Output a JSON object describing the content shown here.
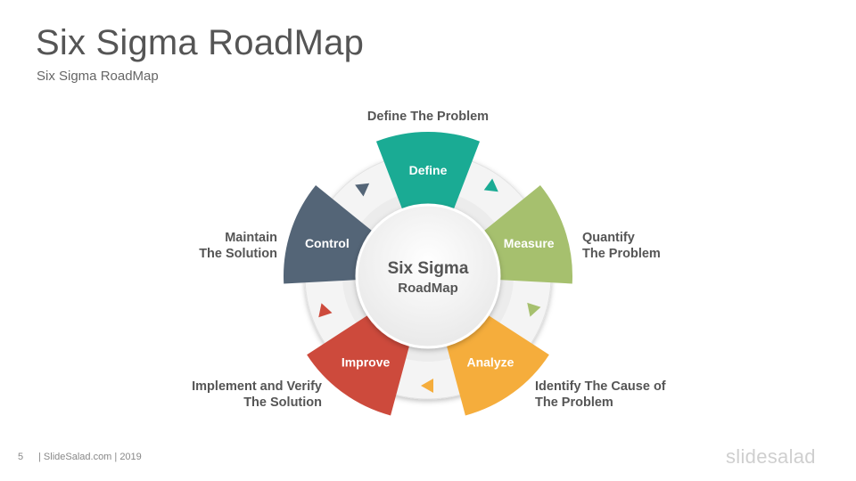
{
  "header": {
    "title": "Six Sigma RoadMap",
    "subtitle": "Six Sigma RoadMap"
  },
  "center": {
    "line1": "Six Sigma",
    "line2": "RoadMap"
  },
  "segments": [
    {
      "label": "Define",
      "color": "#1aab94"
    },
    {
      "label": "Measure",
      "color": "#a6c06e"
    },
    {
      "label": "Analyze",
      "color": "#f5ad3c"
    },
    {
      "label": "Improve",
      "color": "#cd4a3c"
    },
    {
      "label": "Control",
      "color": "#546577"
    }
  ],
  "descriptions": {
    "define": "Define The Problem",
    "measure": "Quantify\nThe Problem",
    "analyze": "Identify The Cause of\nThe Problem",
    "improve": "Implement and Verify\nThe Solution",
    "control": "Maintain\nThe Solution"
  },
  "footer": {
    "page_number": "5",
    "text": "| SlideSalad.com | 2019",
    "logo": "slidesalad"
  }
}
